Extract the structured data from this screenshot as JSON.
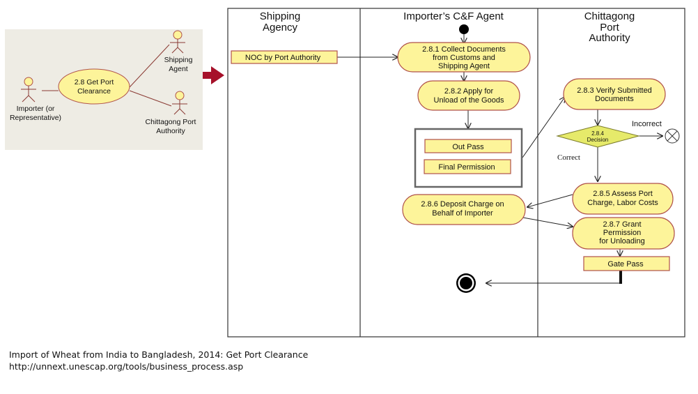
{
  "use_case": {
    "main_use_case": [
      "2.8 Get Port",
      "Clearance"
    ],
    "actors": [
      {
        "id": "importer",
        "label": [
          "Importer (or",
          "Representative)"
        ]
      },
      {
        "id": "shipping-agent",
        "label": [
          "Shipping",
          "Agent"
        ]
      },
      {
        "id": "port-authority",
        "label": [
          "Chittagong Port",
          "Authority"
        ]
      }
    ]
  },
  "swimlanes": [
    {
      "id": "shipping-agency",
      "title": [
        "Shipping",
        "Agency"
      ]
    },
    {
      "id": "importer-agent",
      "title": [
        "Importer’s C&F Agent"
      ]
    },
    {
      "id": "port-authority",
      "title": [
        "Chittagong",
        "Port",
        "Authority"
      ]
    }
  ],
  "activities": {
    "a281": [
      "2.8.1 Collect Documents",
      "from Customs and",
      "Shipping Agent"
    ],
    "a282": [
      "2.8.2 Apply for",
      "Unload of the Goods"
    ],
    "a283": [
      "2.8.3 Verify Submitted",
      "Documents"
    ],
    "a284": [
      "2.8.4",
      "Decision"
    ],
    "a285": [
      "2.8.5 Assess Port",
      "Charge, Labor Costs"
    ],
    "a286": [
      "2.8.6 Deposit Charge on",
      "Behalf  of Importer"
    ],
    "a287": [
      "2.8.7 Grant",
      "Permission",
      "for  Unloading"
    ]
  },
  "documents": {
    "noc": "NOC by Port Authority",
    "out_pass": "Out Pass",
    "final_permission": "Final Permission",
    "gate_pass": "Gate Pass"
  },
  "guards": {
    "incorrect": "Incorrect",
    "correct": "Correct"
  },
  "caption": {
    "line1": "Import of Wheat from India to Bangladesh, 2014: Get Port Clearance",
    "line2": "http://unnext.unescap.org/tools/business_process.asp"
  },
  "colors": {
    "fill_yellow": "#fdf49a",
    "stroke_brown": "#b0524a",
    "usecase_bg": "#eeece4",
    "arrow_red": "#a6112a"
  }
}
